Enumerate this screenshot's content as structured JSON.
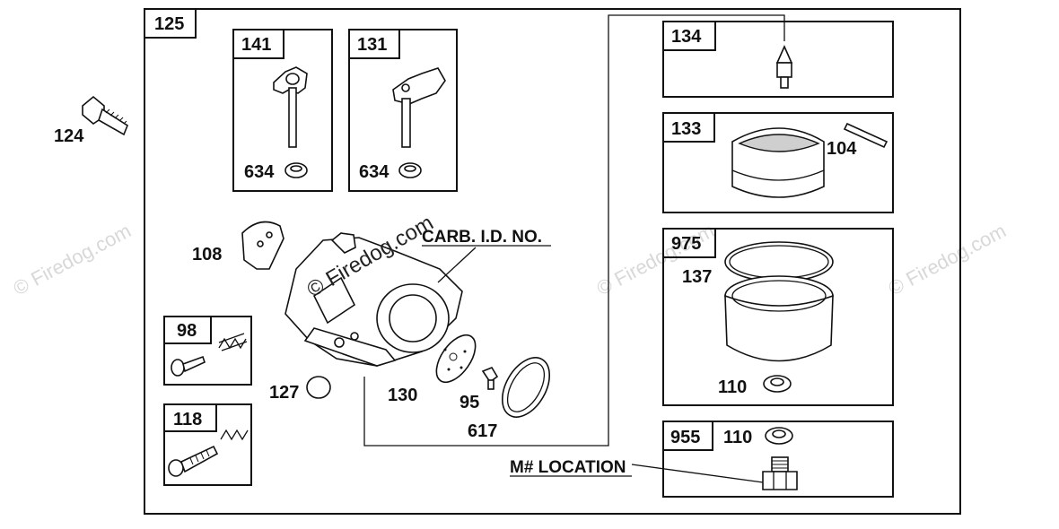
{
  "labels": {
    "p124": "124",
    "p125": "125",
    "p141": "141",
    "p131": "131",
    "p634a": "634",
    "p634b": "634",
    "p108": "108",
    "p98": "98",
    "p118": "118",
    "p127": "127",
    "p130": "130",
    "p95": "95",
    "p617": "617",
    "p134": "134",
    "p133": "133",
    "p104": "104",
    "p975": "975",
    "p137": "137",
    "p110a": "110",
    "p955": "955",
    "p110b": "110"
  },
  "callouts": {
    "carb_id": "CARB. I.D. NO.",
    "m_location": "M# LOCATION"
  },
  "watermark": {
    "text": "© Firedog.com",
    "center_text": "© Firedog.com"
  },
  "colors": {
    "line": "#111111",
    "watermark": "#d8d8d8",
    "background": "#ffffff"
  }
}
